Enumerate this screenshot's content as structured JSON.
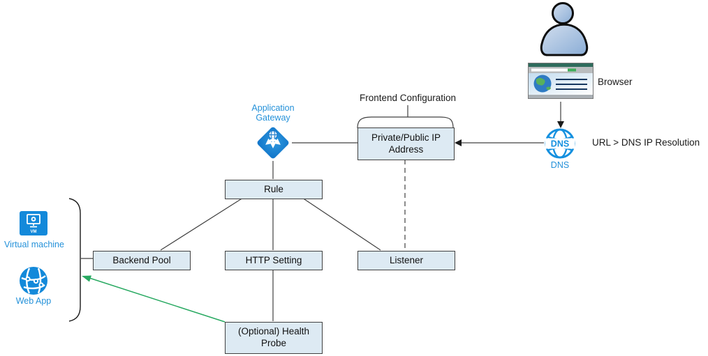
{
  "colors": {
    "azure_blue": "#1389da",
    "label_blue": "#2491d9",
    "box_fill": "#ddeaf3",
    "box_border": "#404040",
    "connector": "#404040",
    "green_arrow": "#28a961"
  },
  "client": {
    "browser_label": "Browser",
    "dns_label": "DNS",
    "dns_icon_text": "DNS",
    "dns_caption": "URL > DNS IP Resolution"
  },
  "frontend": {
    "title": "Frontend Configuration",
    "ip_box": "Private/Public IP Address"
  },
  "gateway": {
    "label": "Application Gateway",
    "rule": "Rule",
    "backend_pool": "Backend Pool",
    "http_setting": "HTTP Setting",
    "listener": "Listener",
    "health_probe": "(Optional) Health Probe"
  },
  "backends": {
    "vm_label": "Virtual machine",
    "vm_icon_text": "VM",
    "webapp_label": "Web App"
  }
}
